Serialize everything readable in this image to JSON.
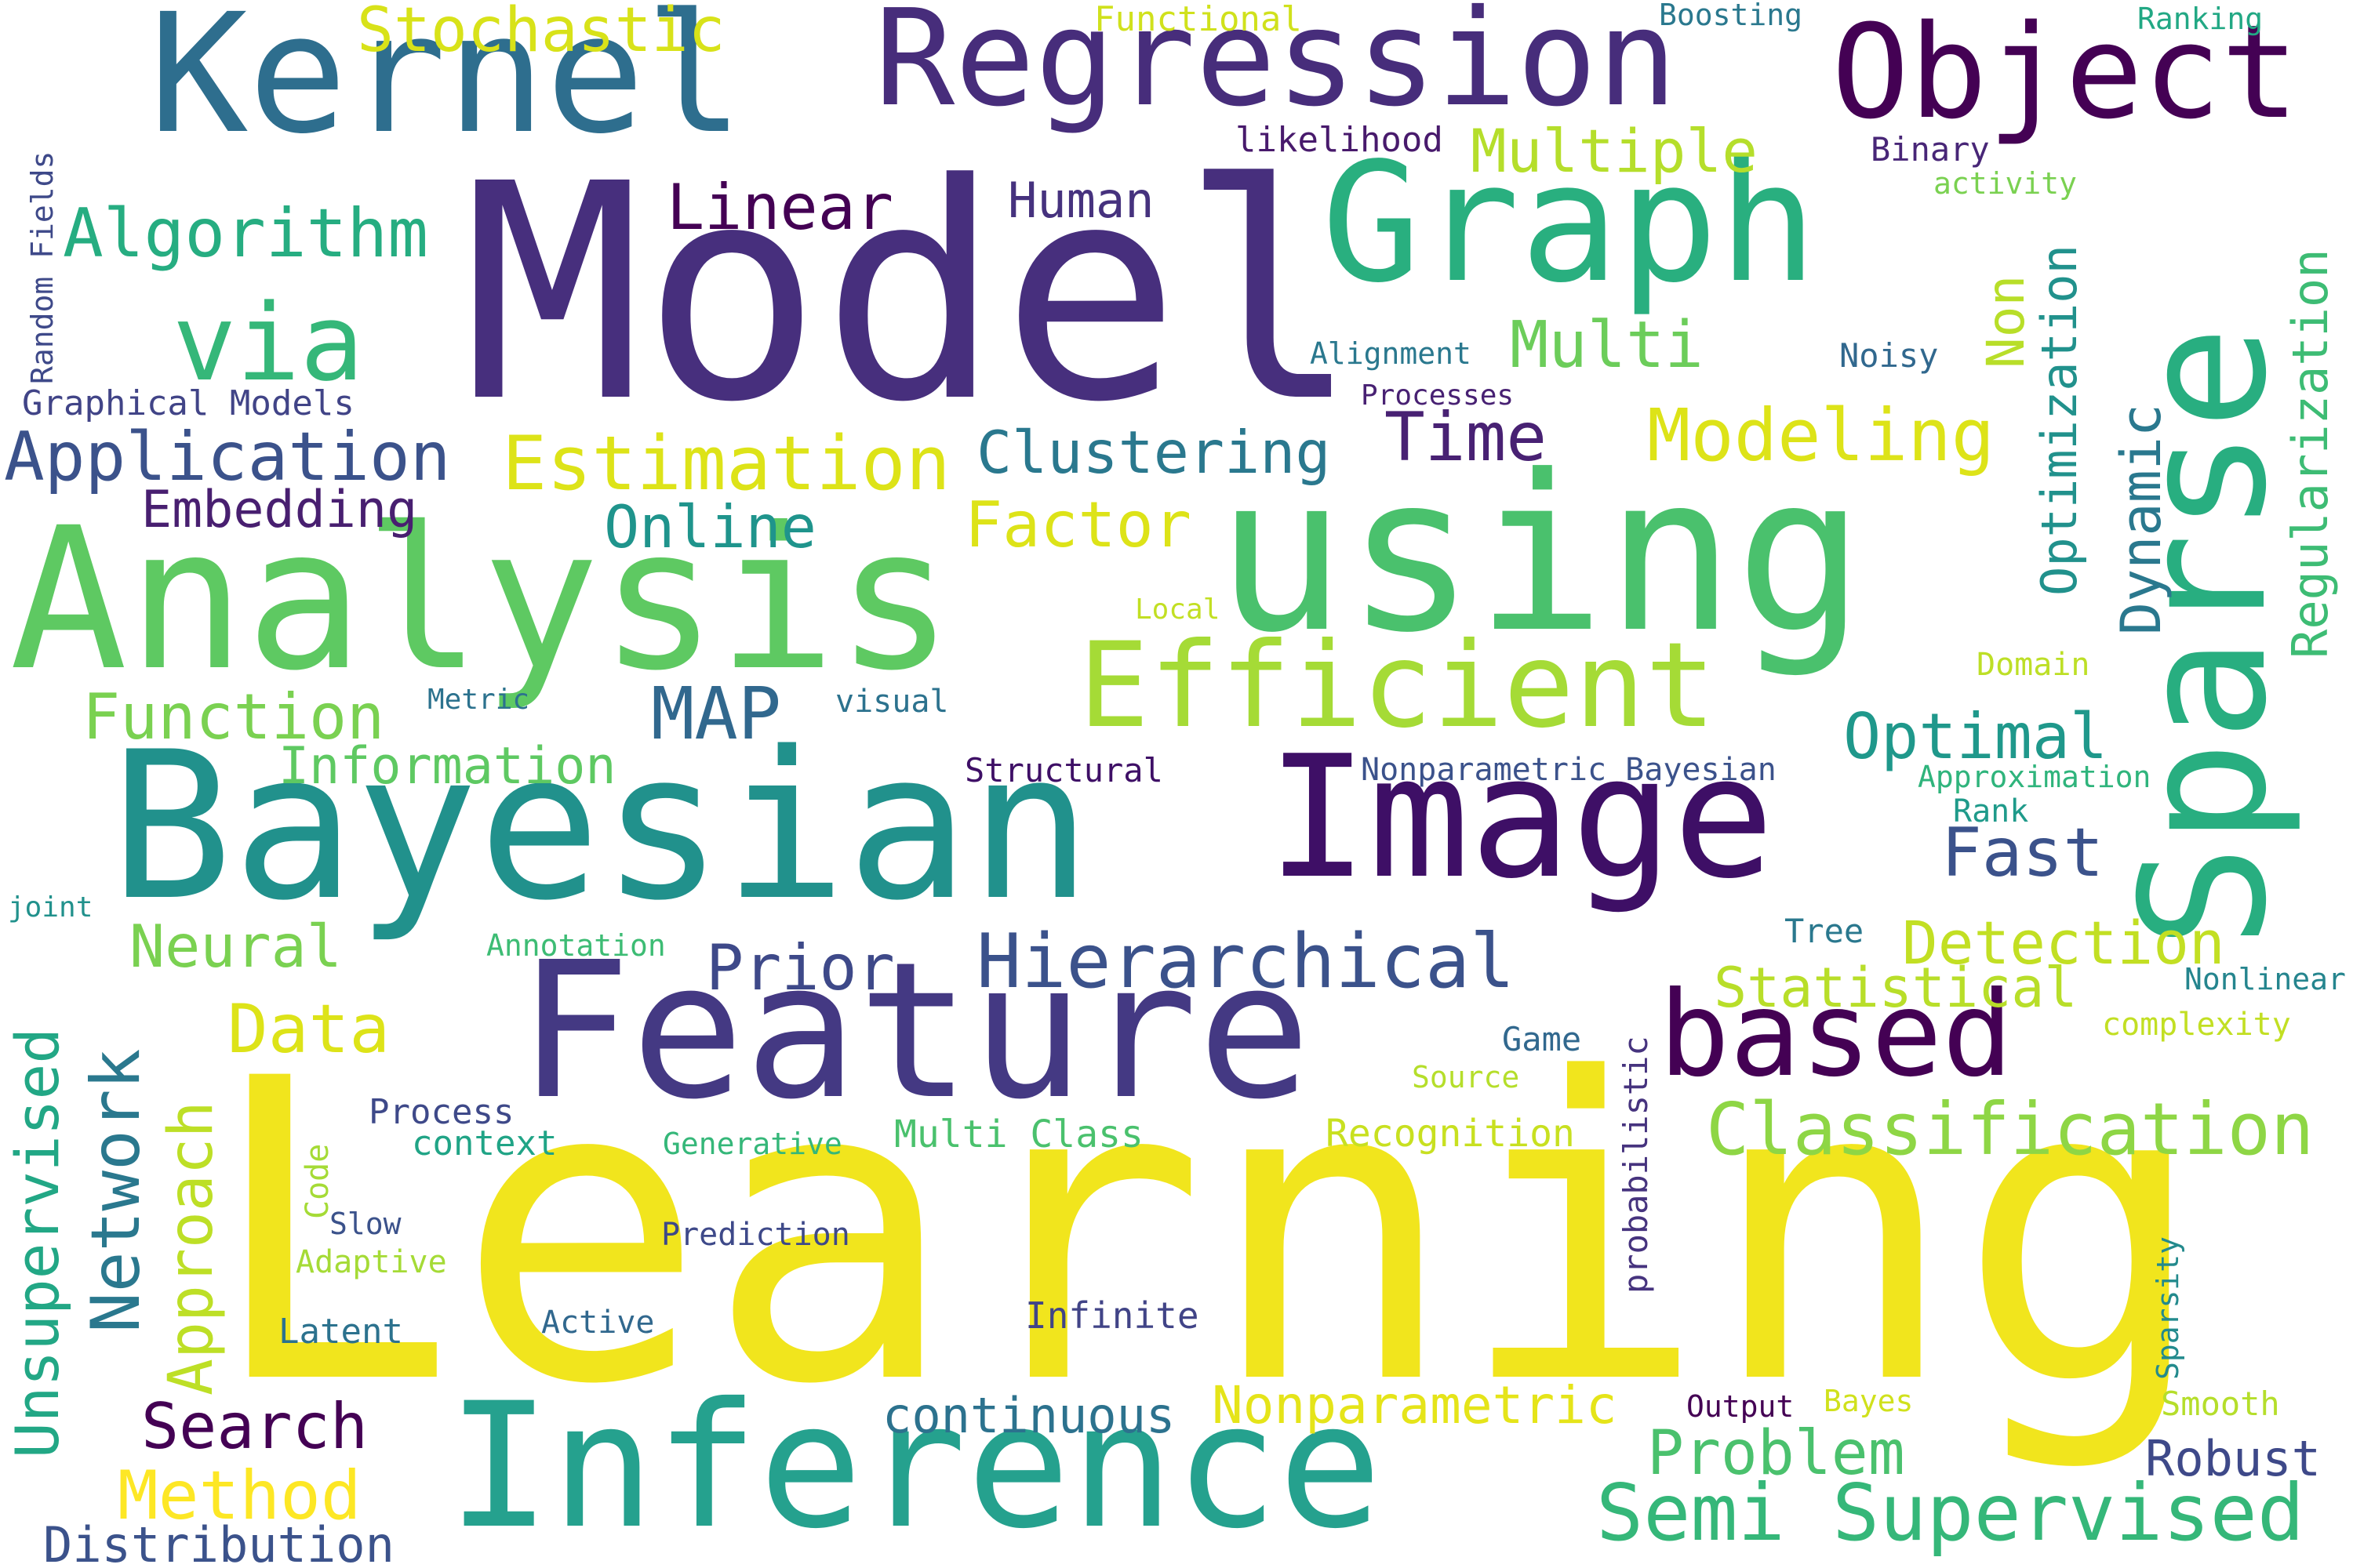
{
  "words": [
    {
      "text": "Learning",
      "color": "#f1e51d",
      "vertical": false
    },
    {
      "text": "Model",
      "color": "#472f7d",
      "vertical": false
    },
    {
      "text": "Bayesian",
      "color": "#21918c",
      "vertical": false
    },
    {
      "text": "using",
      "color": "#4ac16d",
      "vertical": false
    },
    {
      "text": "Analysis",
      "color": "#5ec962",
      "vertical": false
    },
    {
      "text": "Feature",
      "color": "#443983",
      "vertical": false
    },
    {
      "text": "Image",
      "color": "#3e0f66",
      "vertical": false
    },
    {
      "text": "Inference",
      "color": "#25a18e",
      "vertical": false
    },
    {
      "text": "Graph",
      "color": "#29af7f",
      "vertical": false
    },
    {
      "text": "Sparse",
      "color": "#28ae80",
      "vertical": true
    },
    {
      "text": "Kernel",
      "color": "#2e6e8e",
      "vertical": false
    },
    {
      "text": "Regression",
      "color": "#472d7b",
      "vertical": false
    },
    {
      "text": "Object",
      "color": "#440154",
      "vertical": false
    },
    {
      "text": "Efficient",
      "color": "#a5db36",
      "vertical": false
    },
    {
      "text": "based",
      "color": "#440154",
      "vertical": false
    },
    {
      "text": "Classification",
      "color": "#8ed645",
      "vertical": false
    },
    {
      "text": "Semi Supervised",
      "color": "#35b779",
      "vertical": false
    },
    {
      "text": "Hierarchical",
      "color": "#3b528b",
      "vertical": false
    },
    {
      "text": "Estimation",
      "color": "#dde318",
      "vertical": false
    },
    {
      "text": "Application",
      "color": "#3b528b",
      "vertical": false
    },
    {
      "text": "Clustering",
      "color": "#2a788e",
      "vertical": false
    },
    {
      "text": "Modeling",
      "color": "#dde318",
      "vertical": false
    },
    {
      "text": "via",
      "color": "#35b779",
      "vertical": false
    },
    {
      "text": "Algorithm",
      "color": "#26ad81",
      "vertical": false
    },
    {
      "text": "Stochastic",
      "color": "#d8e219",
      "vertical": false
    },
    {
      "text": "Multiple",
      "color": "#b5de2b",
      "vertical": false
    },
    {
      "text": "Linear",
      "color": "#440154",
      "vertical": false
    },
    {
      "text": "Human",
      "color": "#46327e",
      "vertical": false
    },
    {
      "text": "Multi",
      "color": "#6ccd5a",
      "vertical": false
    },
    {
      "text": "Time",
      "color": "#482173",
      "vertical": false
    },
    {
      "text": "Factor",
      "color": "#dde318",
      "vertical": false
    },
    {
      "text": "Online",
      "color": "#1f948c",
      "vertical": false
    },
    {
      "text": "Embedding",
      "color": "#481f70",
      "vertical": false
    },
    {
      "text": "Function",
      "color": "#7ad151",
      "vertical": false
    },
    {
      "text": "MAP",
      "color": "#31688e",
      "vertical": false
    },
    {
      "text": "Information",
      "color": "#5ec962",
      "vertical": false
    },
    {
      "text": "Optimal",
      "color": "#1f988b",
      "vertical": false
    },
    {
      "text": "Fast",
      "color": "#3b528b",
      "vertical": false
    },
    {
      "text": "Prior",
      "color": "#3e4989",
      "vertical": false
    },
    {
      "text": "Neural",
      "color": "#7ad151",
      "vertical": false
    },
    {
      "text": "Data",
      "color": "#dde318",
      "vertical": false
    },
    {
      "text": "Detection",
      "color": "#c2df23",
      "vertical": false
    },
    {
      "text": "Statistical",
      "color": "#b8de29",
      "vertical": false
    },
    {
      "text": "Problem",
      "color": "#4ac16d",
      "vertical": false
    },
    {
      "text": "Robust",
      "color": "#3e4989",
      "vertical": false
    },
    {
      "text": "Search",
      "color": "#440154",
      "vertical": false
    },
    {
      "text": "Method",
      "color": "#fde725",
      "vertical": false
    },
    {
      "text": "continuous",
      "color": "#2c728e",
      "vertical": false
    },
    {
      "text": "Nonparametric",
      "color": "#e5e419",
      "vertical": false
    },
    {
      "text": "Distribution",
      "color": "#3b528b",
      "vertical": false
    },
    {
      "text": "Network",
      "color": "#2a788e",
      "vertical": true
    },
    {
      "text": "Approach",
      "color": "#bddf26",
      "vertical": true
    },
    {
      "text": "Unsupervised",
      "color": "#22a785",
      "vertical": true
    },
    {
      "text": "Dynamic",
      "color": "#2a788e",
      "vertical": true
    },
    {
      "text": "Optimization",
      "color": "#21918c",
      "vertical": true
    },
    {
      "text": "Regularization",
      "color": "#3dbc74",
      "vertical": true
    },
    {
      "text": "Non",
      "color": "#b8de29",
      "vertical": true
    },
    {
      "text": "Functional",
      "color": "#d0e11c",
      "vertical": false
    },
    {
      "text": "Boosting",
      "color": "#2a788e",
      "vertical": false
    },
    {
      "text": "Ranking",
      "color": "#22a884",
      "vertical": false
    },
    {
      "text": "likelihood",
      "color": "#481a6c",
      "vertical": false
    },
    {
      "text": "Binary",
      "color": "#482677",
      "vertical": false
    },
    {
      "text": "activity",
      "color": "#7ad151",
      "vertical": false
    },
    {
      "text": "Alignment",
      "color": "#2a788e",
      "vertical": false
    },
    {
      "text": "Noisy",
      "color": "#31688e",
      "vertical": false
    },
    {
      "text": "Processes",
      "color": "#482173",
      "vertical": false
    },
    {
      "text": "Graphical Models",
      "color": "#414487",
      "vertical": false
    },
    {
      "text": "Random Fields",
      "color": "#3e4989",
      "vertical": true
    },
    {
      "text": "Local",
      "color": "#c2df23",
      "vertical": false
    },
    {
      "text": "Domain",
      "color": "#bddf26",
      "vertical": false
    },
    {
      "text": "Metric",
      "color": "#2c728e",
      "vertical": false
    },
    {
      "text": "visual",
      "color": "#2c728e",
      "vertical": false
    },
    {
      "text": "Structural",
      "color": "#3e0f66",
      "vertical": false
    },
    {
      "text": "Nonparametric Bayesian",
      "color": "#3b528b",
      "vertical": false
    },
    {
      "text": "Approximation",
      "color": "#2fb47c",
      "vertical": false
    },
    {
      "text": "Rank",
      "color": "#1f9a8a",
      "vertical": false
    },
    {
      "text": "joint",
      "color": "#21918c",
      "vertical": false
    },
    {
      "text": "Annotation",
      "color": "#3dbc74",
      "vertical": false
    },
    {
      "text": "Tree",
      "color": "#2a788e",
      "vertical": false
    },
    {
      "text": "Nonlinear",
      "color": "#25858e",
      "vertical": false
    },
    {
      "text": "complexity",
      "color": "#c2df23",
      "vertical": false
    },
    {
      "text": "Game",
      "color": "#31688e",
      "vertical": false
    },
    {
      "text": "Source",
      "color": "#b5de2b",
      "vertical": false
    },
    {
      "text": "probabilistic",
      "color": "#46337e",
      "vertical": true
    },
    {
      "text": "Process",
      "color": "#3e4989",
      "vertical": false
    },
    {
      "text": "context",
      "color": "#20a486",
      "vertical": false
    },
    {
      "text": "Generative",
      "color": "#35b779",
      "vertical": false
    },
    {
      "text": "Multi Class",
      "color": "#4ac16d",
      "vertical": false
    },
    {
      "text": "Recognition",
      "color": "#c8e020",
      "vertical": false
    },
    {
      "text": "Code",
      "color": "#a5db36",
      "vertical": true
    },
    {
      "text": "Slow",
      "color": "#3b528b",
      "vertical": false
    },
    {
      "text": "Prediction",
      "color": "#3e4989",
      "vertical": false
    },
    {
      "text": "Adaptive",
      "color": "#a5db36",
      "vertical": false
    },
    {
      "text": "Sparsity",
      "color": "#238a8d",
      "vertical": true
    },
    {
      "text": "Latent",
      "color": "#2c728e",
      "vertical": false
    },
    {
      "text": "Active",
      "color": "#31688e",
      "vertical": false
    },
    {
      "text": "Infinite",
      "color": "#414487",
      "vertical": false
    },
    {
      "text": "Output",
      "color": "#440154",
      "vertical": false
    },
    {
      "text": "Bayes",
      "color": "#d0e11c",
      "vertical": false
    },
    {
      "text": "Smooth",
      "color": "#b5de2b",
      "vertical": false
    }
  ]
}
